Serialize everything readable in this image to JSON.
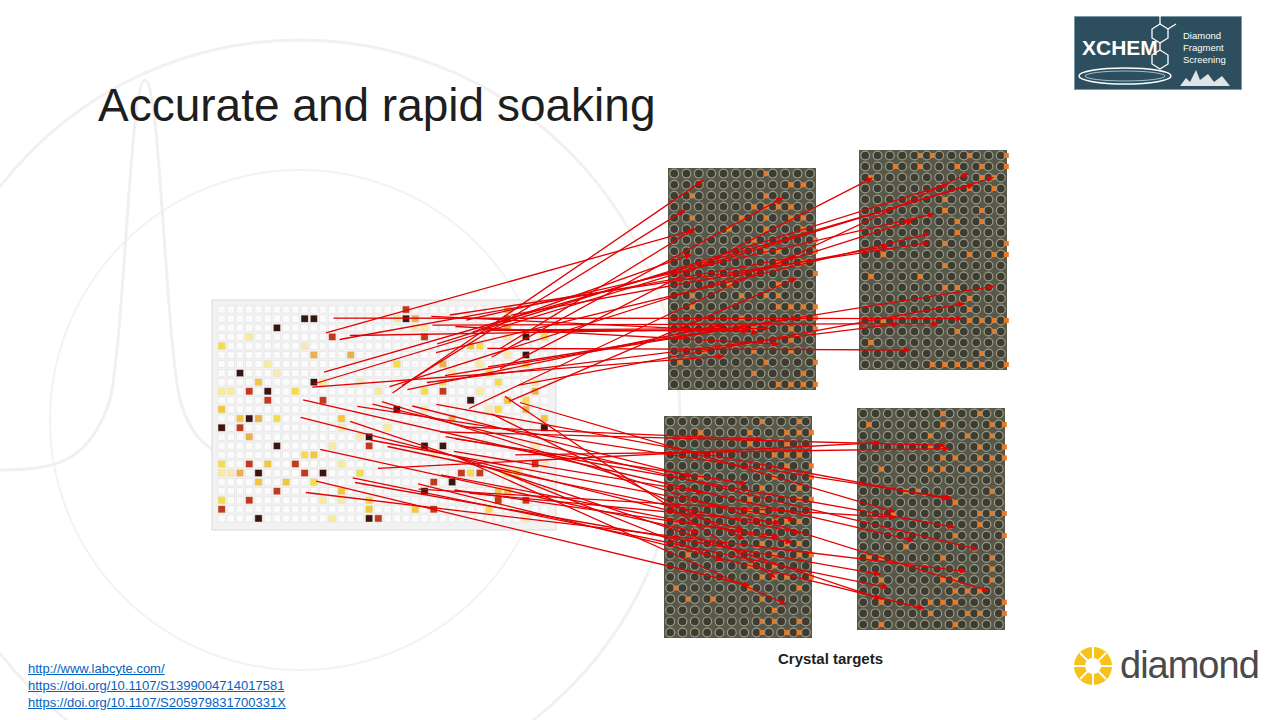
{
  "diagram": {
    "title": "Accurate and rapid soaking",
    "nodes": [
      {
        "text": [
          "XCHEM",
          "Diamond Fragment Screening"
        ]
      }
    ],
    "labels": [
      "Crystal targets",
      "http://www.labcyte.com/",
      "https://doi.org/10.1107/S1399004714017581",
      "https://doi.org/10.1107/S205979831700331X",
      "diamond"
    ]
  }
}
